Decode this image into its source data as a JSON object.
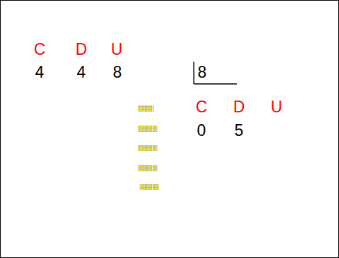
{
  "diagram": {
    "labels": [
      "C",
      "D",
      "U",
      "4",
      "4",
      "8",
      "8",
      "C",
      "D",
      "U",
      "0",
      "5"
    ]
  }
}
